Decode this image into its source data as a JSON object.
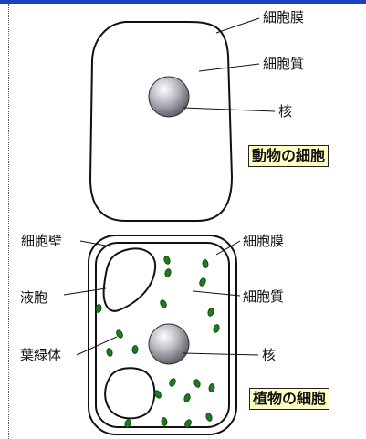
{
  "animal_cell": {
    "title": "動物の細胞",
    "labels": {
      "membrane": "細胞膜",
      "cytoplasm": "細胞質",
      "nucleus": "核"
    }
  },
  "plant_cell": {
    "title": "植物の細胞",
    "labels": {
      "cell_wall": "細胞壁",
      "membrane": "細胞膜",
      "vacuole": "液胞",
      "cytoplasm": "細胞質",
      "chloroplast": "葉緑体",
      "nucleus": "核"
    }
  },
  "colors": {
    "top_bar": "#1a3fbf",
    "chloroplast": "#1f7a1f",
    "title_bg": "#ffffc4",
    "nucleus_dark": "#55555f",
    "nucleus_light": "#ffffff"
  }
}
